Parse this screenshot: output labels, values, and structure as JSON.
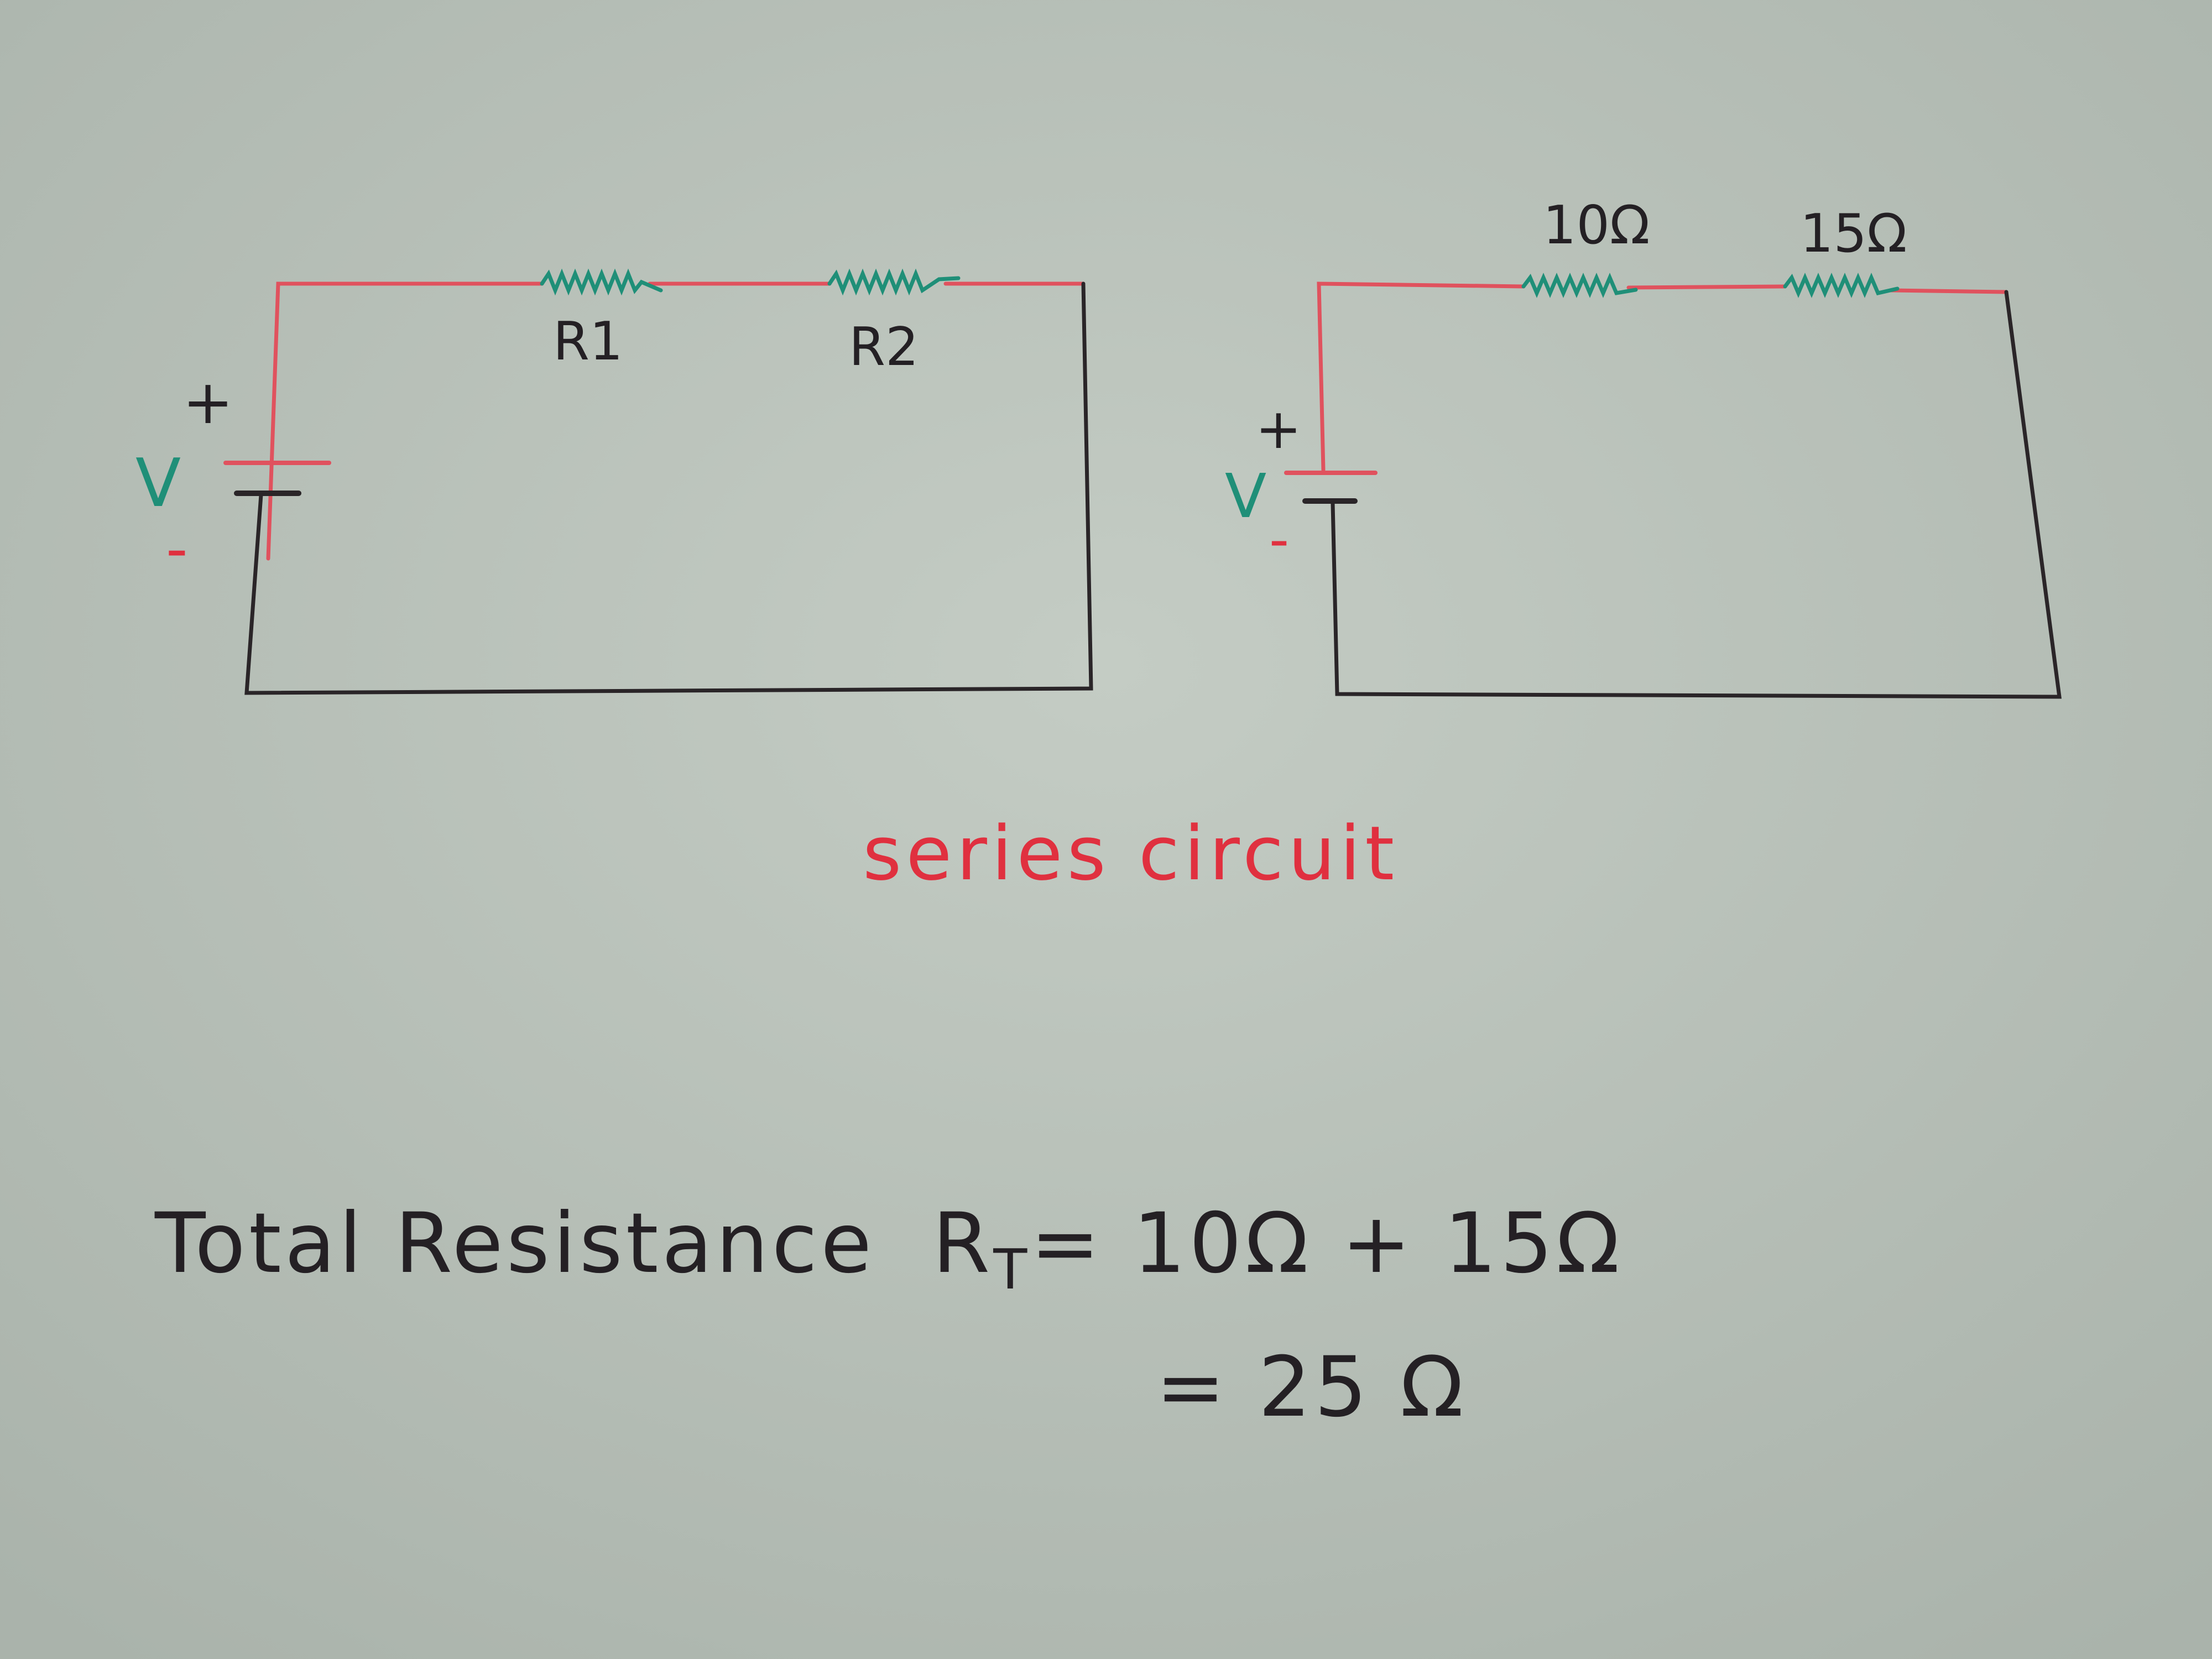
{
  "colors": {
    "paper": "#b9c2ba",
    "wire_red": "#e0525e",
    "wire_black": "#2a2528",
    "resistor_green": "#1f8f78",
    "ink": "#242024",
    "title_red": "#e0303f"
  },
  "left_circuit": {
    "plus": "+",
    "voltage": "V",
    "minus": "-",
    "r1_label": "R1",
    "r2_label": "R2"
  },
  "right_circuit": {
    "plus": "+",
    "voltage": "V",
    "minus": "-",
    "r1_value": "10Ω",
    "r2_value": "15Ω"
  },
  "title": "series circuit",
  "equation": {
    "line1_prefix": "Total Resistance",
    "symbol": "R",
    "subscript": "T",
    "line1_rhs": "= 10Ω + 15Ω",
    "line2": "= 25 Ω"
  }
}
